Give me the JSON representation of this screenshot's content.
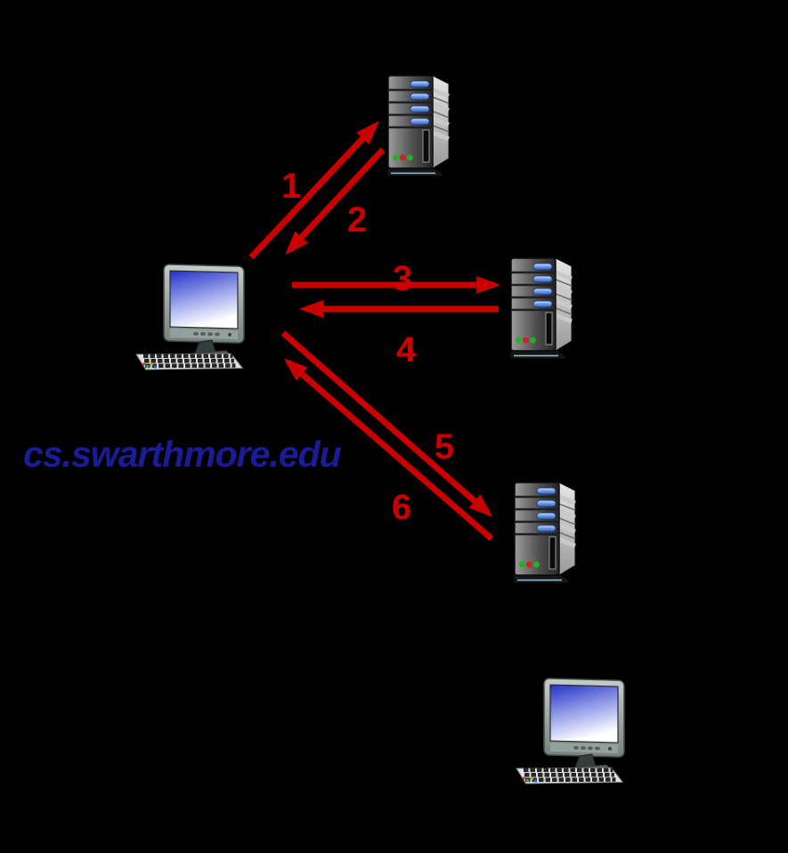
{
  "colors": {
    "background": "#000000",
    "arrow_red": "#c80000",
    "host_label_blue": "#1b1b96"
  },
  "host_label": "cs.swarthmore.edu",
  "steps": [
    {
      "number": "1"
    },
    {
      "number": "2"
    },
    {
      "number": "3"
    },
    {
      "number": "4"
    },
    {
      "number": "5"
    },
    {
      "number": "6"
    }
  ],
  "nodes": {
    "top_server": {
      "icon": "server-icon"
    },
    "middle_server": {
      "icon": "server-icon"
    },
    "bottom_server": {
      "icon": "server-icon"
    },
    "left_computer": {
      "icon": "desktop-computer-icon"
    },
    "bottom_computer": {
      "icon": "desktop-computer-icon"
    }
  }
}
